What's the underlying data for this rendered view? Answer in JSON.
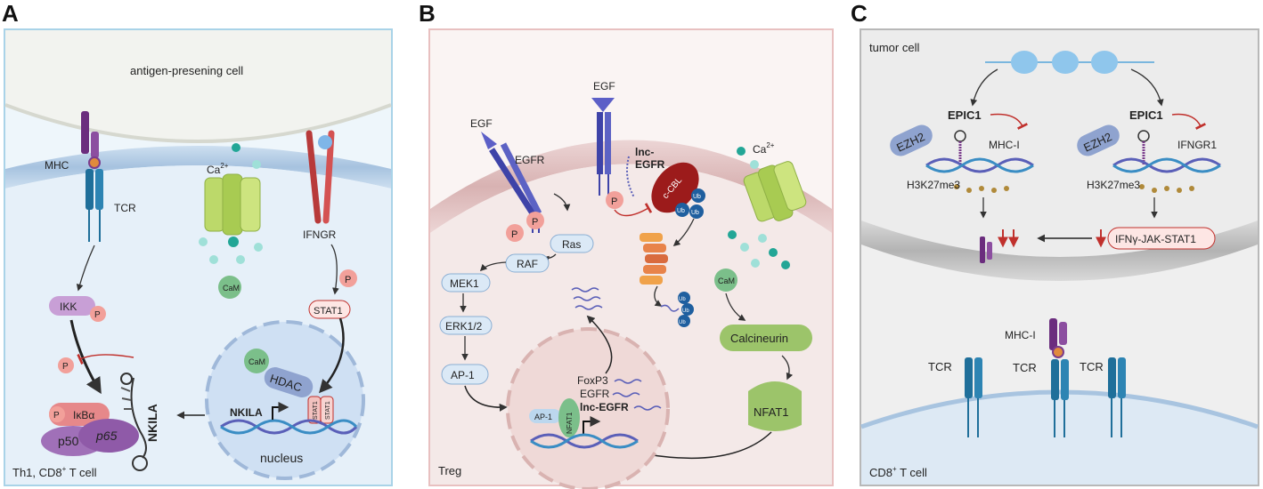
{
  "panels": {
    "a": {
      "letter": "A",
      "top_cell": "antigen-presening cell",
      "bottom_cell": "Th1, CD8",
      "bottom_cell_sup": "+",
      "bottom_cell_tail": " T cell",
      "mhc": "MHC",
      "tcr": "TCR",
      "ca": "Ca",
      "ca_sup": "2+",
      "ifngr": "IFNGR",
      "cam": "CaM",
      "cam2": "CaM",
      "ikk": "IKK",
      "p": "P",
      "stat1": "STAT1",
      "hdac": "HDAC",
      "nkila_gene": "NKILA",
      "nkila_rna": "NKILA",
      "stat1_small": "STAT1",
      "nucleus": "nucleus",
      "ikba": "IκBα",
      "p50": "p50",
      "p65": "p65"
    },
    "b": {
      "letter": "B",
      "bottom_cell": "Treg",
      "egf_left": "EGF",
      "egf_top": "EGF",
      "egfr": "EGFR",
      "lnc_egfr": "lnc-",
      "lnc_egfr2": "EGFR",
      "cbl": "c-CBL",
      "ub": "Ub",
      "ca": "Ca",
      "ca_sup": "2+",
      "p": "P",
      "ras": "Ras",
      "raf": "RAF",
      "mek1": "MEK1",
      "erk": "ERK1/2",
      "ap1": "AP-1",
      "ap1_small": "AP-1",
      "nfat1_small": "NFAT1",
      "foxp3": "FoxP3",
      "egfr_gene": "EGFR",
      "lnc_egfr_gene": "lnc-EGFR",
      "cam": "CaM",
      "calcineurin": "Calcineurin",
      "nfat1": "NFAT1"
    },
    "c": {
      "letter": "C",
      "top_cell": "tumor cell",
      "bottom_cell": "CD8",
      "bottom_cell_sup": "+",
      "bottom_cell_tail": " T cell",
      "epic1_left": "EPIC1",
      "epic1_right": "EPIC1",
      "ezh2": "EZH2",
      "mhci_target": "MHC-I",
      "ifngr1": "IFNGR1",
      "h3k27": "H3K27me3",
      "ifn_pathway": "IFNγ-JAK-STAT1",
      "mhci_surface": "MHC-I",
      "tcr": "TCR"
    }
  },
  "colors": {
    "panel_a_border": "#a9d3e8",
    "panel_a_bg": "#eef6fb",
    "panel_b_border": "#e8c0c0",
    "panel_b_bg": "#faf1f0",
    "panel_c_border": "#b8b8b8",
    "panel_c_bg": "#f0f0f0",
    "membrane_blue": "#b9cfe6",
    "membrane_pink": "#e3c7c7",
    "membrane_grey": "#c7c7c7",
    "inhibit_red": "#c0302c",
    "tcr_blue": "#1f6f9a",
    "mhc_purple": "#7a3c8c",
    "phospho_pink": "#f2a09a",
    "pill_blue": "#dbe9f6",
    "green_channel": "#bcd96a",
    "teal_ion": "#3cc2b4",
    "calcineurin_green": "#9cc46a"
  },
  "icons": [
    "arrow-icon",
    "inhibition-arrow-icon",
    "dna-helix-icon",
    "stem-loop-rna-icon",
    "calcium-channel-icon",
    "receptor-icon",
    "nucleosome-icon",
    "proteasome-icon"
  ]
}
